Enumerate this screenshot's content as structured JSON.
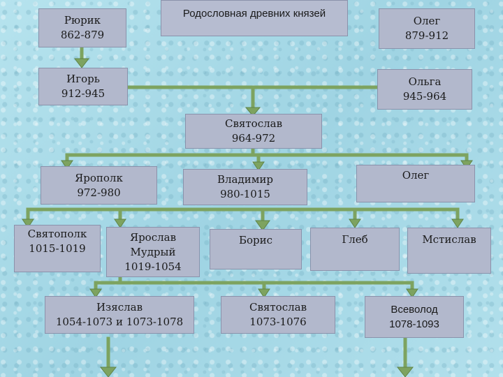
{
  "title": "Родословная древних князей",
  "colors": {
    "line": "#7da360",
    "line_dark": "#5f8448",
    "box": "#b2b8cc"
  },
  "nodes": {
    "rurik": {
      "name": "Рюрик",
      "years": "862-879"
    },
    "oleg1": {
      "name": "Олег",
      "years": "879-912"
    },
    "igor": {
      "name": "Игорь",
      "years": "912-945"
    },
    "olga": {
      "name": "Ольга",
      "years": "945-964"
    },
    "svyatoslav1": {
      "name": "Святослав",
      "years": "964-972"
    },
    "yaropolk": {
      "name": "Ярополк",
      "years": "972-980"
    },
    "vladimir": {
      "name": "Владимир",
      "years": "980-1015"
    },
    "oleg2": {
      "name": "Олег"
    },
    "svyatopolk": {
      "name": "Святополк",
      "years": "1015-1019"
    },
    "yaroslav": {
      "name": "Ярослав",
      "epithet": "Мудрый",
      "years": "1019-1054"
    },
    "boris": {
      "name": "Борис"
    },
    "gleb": {
      "name": "Глеб"
    },
    "mstislav": {
      "name": "Мстислав"
    },
    "izyaslav": {
      "name": "Изяслав",
      "years": "1054-1073 и 1073-1078"
    },
    "svyatoslav2": {
      "name": "Святослав",
      "years": "1073-1076"
    },
    "vsevolod": {
      "name": "Всеволод",
      "years": "1078-1093"
    }
  }
}
